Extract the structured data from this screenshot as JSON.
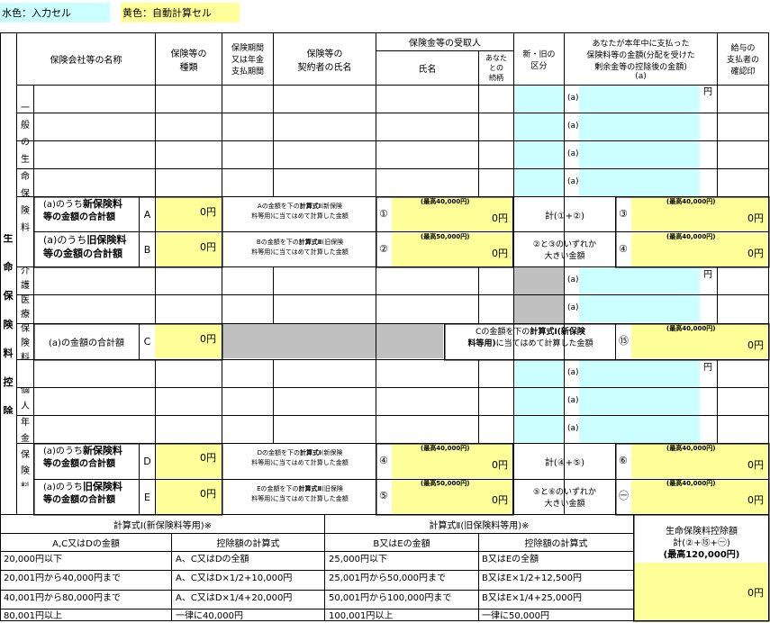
{
  "legend": {
    "cyan": "水色：入力セル",
    "yellow": "黄色：自動計算セル"
  },
  "side": {
    "life_main": [
      "生",
      "命",
      "保",
      "険",
      "料",
      "控",
      "除"
    ],
    "general": [
      "一",
      "般",
      "の",
      "生",
      "命",
      "保",
      "険",
      "料"
    ],
    "care": [
      "介",
      "護",
      "医",
      "療",
      "保",
      "険",
      "料"
    ],
    "pension": [
      "個",
      "人",
      "年",
      "金",
      "保",
      "険",
      "料"
    ]
  },
  "header": {
    "company": "保険会社等の名称",
    "type": [
      "保険等の",
      "種類"
    ],
    "period": [
      "保険期間",
      "又は年金",
      "支払期間"
    ],
    "contractor": [
      "保険等の",
      "契約者の氏名"
    ],
    "recipient": "保険金等の受取人",
    "name": "氏名",
    "relation": [
      "あなた",
      "との",
      "続柄"
    ],
    "new_old": [
      "新・旧の",
      "区分"
    ],
    "amount": [
      "あなたが本年中に支払った",
      "保険料等の金額(分配を受けた",
      "剰余金等の控除後の金額)",
      "(a)"
    ],
    "confirm": [
      "給与の",
      "支払者の",
      "確認印"
    ]
  },
  "row_mark": "(a)",
  "yen": "円",
  "zero": "0円",
  "general_sum": {
    "a_label": [
      "(a)のうち",
      "新保険料",
      "等の金額の合計額"
    ],
    "b_label": [
      "(a)のうち",
      "旧保険料",
      "等の金額の合計額"
    ],
    "a_letter": "A",
    "b_letter": "B",
    "a_formula": [
      "Aの金額を下の",
      "計算式Ⅰ",
      "(新保険",
      "料等用)に当てはめて計算した金額"
    ],
    "b_formula": [
      "Bの金額を下の",
      "計算式Ⅱ",
      "(旧保険",
      "料等用)に当てはめて計算した金額"
    ],
    "m1": "①",
    "m2": "②",
    "m3": "③",
    "m4": "④",
    "max1": "(最高40,000円)",
    "max2": "(最高50,000円)",
    "max3": "(最高40,000円)",
    "max4": "(最高40,000円)",
    "total": "計(①+②)",
    "compare": [
      "②と③のいずれか",
      "大きい金額"
    ]
  },
  "care_sum": {
    "label": "(a)の金額の合計額",
    "letter": "C",
    "formula": [
      "Cの金額を下の",
      "計算式Ⅰ",
      "(新保険",
      "料等用)",
      "に当てはめて計算した金額"
    ],
    "mark": "⑮",
    "max": "(最高40,000円)"
  },
  "pension_sum": {
    "d_label": [
      "(a)のうち",
      "新保険料",
      "等の金額の合計額"
    ],
    "e_label": [
      "(a)のうち",
      "旧保険料",
      "等の金額の合計額"
    ],
    "d_letter": "D",
    "e_letter": "E",
    "d_formula": [
      "Dの金額を下の",
      "計算式Ⅰ",
      "(新保険",
      "料等用)に当てはめて計算した金額"
    ],
    "e_formula": [
      "Eの金額を下の",
      "計算式Ⅱ",
      "(旧保険",
      "料等用)に当てはめて計算した金額"
    ],
    "m4": "④",
    "m5": "⑤",
    "m6": "⑥",
    "m7": "㊀",
    "max4": "(最高40,000円)",
    "max5": "(最高50,000円)",
    "max6": "(最高40,000円)",
    "max7": "(最高40,000円)",
    "total": "計(④+⑤)",
    "compare": [
      "⑤と⑥のいずれか",
      "大きい金額"
    ]
  },
  "formula1": {
    "title": "計算式Ⅰ(新保険料等用)※",
    "col1": "A,C又はDの金額",
    "col2": "控除額の計算式",
    "rows": [
      [
        "20,000円以下",
        "A、C又はDの全額"
      ],
      [
        "20,001円から40,000円まで",
        "A、C又はD×1/2+10,000円"
      ],
      [
        "40,001円から80,000円まで",
        "A、C又はD×1/4+20,000円"
      ],
      [
        "80,001円以上",
        "一律に40,000円"
      ]
    ]
  },
  "formula2": {
    "title": "計算式Ⅱ(旧保険料等用)※",
    "col1": "B又はEの金額",
    "col2": "控除額の計算式",
    "rows": [
      [
        "25,000円以下",
        "B又はEの全額"
      ],
      [
        "25,001円から50,000円まで",
        "B又はE×1/2+12,500円"
      ],
      [
        "50,001円から100,000円まで",
        "B又はE×1/4+25,000円"
      ],
      [
        "100,001円以上",
        "一律に50,000円"
      ]
    ]
  },
  "final": {
    "title": [
      "生命保険料控除額",
      "計(②+⑮+㊀)",
      "(最高120,000円)"
    ],
    "value": "0円"
  }
}
